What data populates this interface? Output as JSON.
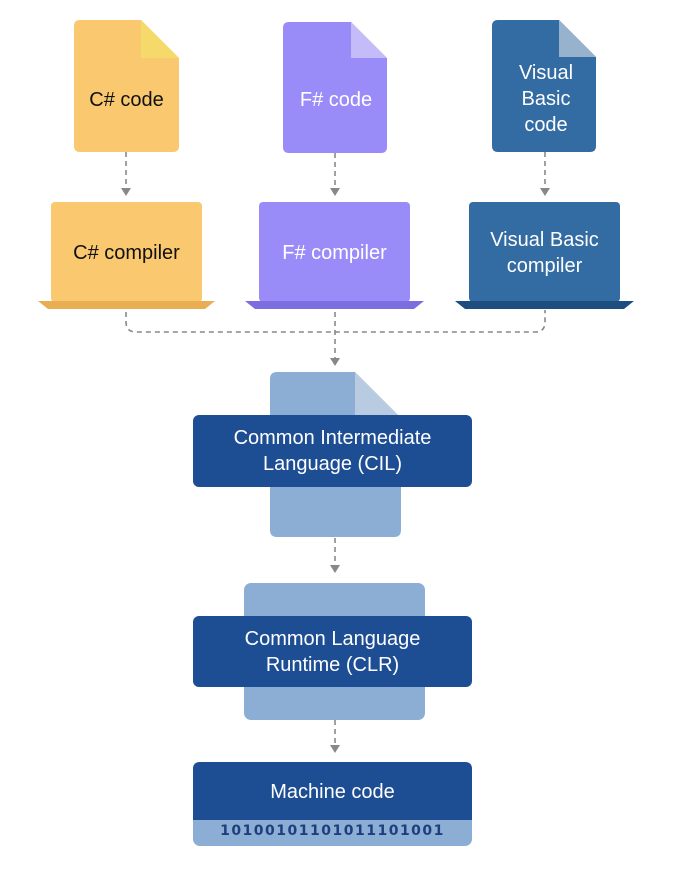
{
  "colors": {
    "csharp": "#fac86f",
    "fsharp": "#9a8cf8",
    "vb": "#336ba3",
    "cil_bg": "#8caed4",
    "dark_blue": "#1d4e94",
    "connector": "#888888"
  },
  "sources": {
    "csharp": {
      "file_label": "C# code",
      "compiler_label": "C# compiler"
    },
    "fsharp": {
      "file_label": "F# code",
      "compiler_label": "F# compiler"
    },
    "vb": {
      "file_label": "Visual Basic code",
      "compiler_label": "Visual Basic compiler"
    }
  },
  "cil": {
    "label": "Common Intermediate Language (CIL)"
  },
  "clr": {
    "label": "Common Language Runtime (CLR)"
  },
  "machine": {
    "label": "Machine code",
    "binary": "10100101101011101001"
  }
}
